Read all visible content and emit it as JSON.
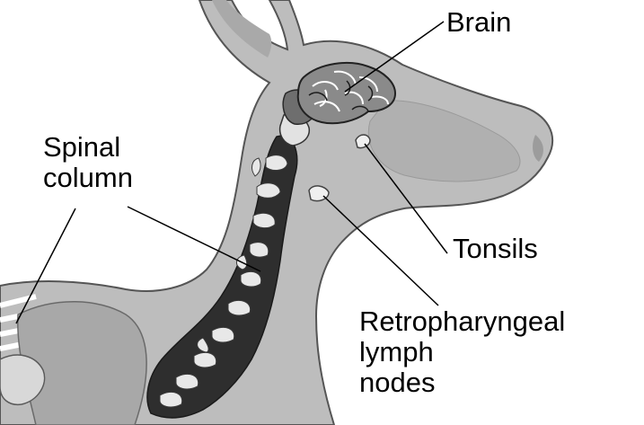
{
  "labels": {
    "brain": "Brain",
    "spinal_line1": "Spinal",
    "spinal_line2": "column",
    "tonsils": "Tonsils",
    "retro_line1": "Retropharyngeal",
    "retro_line2": "lymph",
    "retro_line3": "nodes"
  },
  "colors": {
    "body_fill": "#bdbdbd",
    "body_outline": "#555555",
    "spine_dark": "#2e2e2e",
    "bone_light": "#e8e8e8",
    "brain_fill": "#8a8a8a",
    "leader_line": "#000000"
  }
}
